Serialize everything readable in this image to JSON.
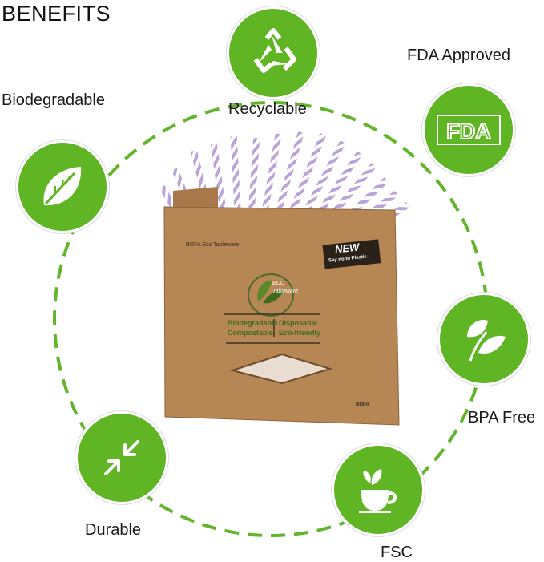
{
  "title": "BENEFITS",
  "colors": {
    "accent_green": "#5fb523",
    "ring_dash": "#62b52a",
    "kraft_brown": "#b68654",
    "straw_lavender": "#b9a3d9"
  },
  "benefits": [
    {
      "label": "Recyclable",
      "icon": "recycle-icon"
    },
    {
      "label": "FDA Approved",
      "icon": "fda-icon"
    },
    {
      "label": "BPA Free",
      "icon": "leaves-icon"
    },
    {
      "label": "FSC",
      "icon": "tea-cup-icon"
    },
    {
      "label": "Durable",
      "icon": "compress-arrows-icon"
    },
    {
      "label": "Biodegradable",
      "icon": "leaf-icon"
    }
  ],
  "fda_icon_text": "FDA",
  "product_box": {
    "brand": "BOFA Eco Tableware",
    "new_badge": "NEW",
    "new_tagline": "Say no to Plastic",
    "eco_logo_line1": "ECO",
    "eco_logo_line2": "Tableware",
    "feature_left_1": "Biodegradable",
    "feature_left_2": "Compostable",
    "feature_right_1": "Disposable",
    "feature_right_2": "Eco-friendly",
    "footer_logo": "BOFA"
  }
}
